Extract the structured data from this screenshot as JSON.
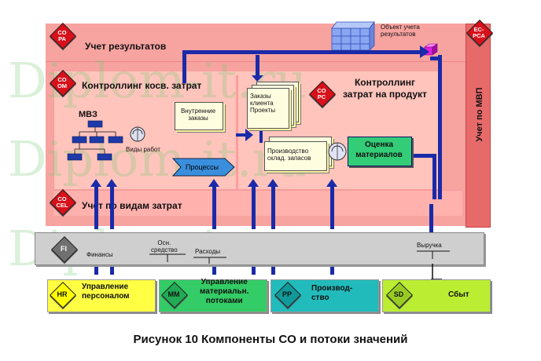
{
  "modules": {
    "copa": {
      "code": "CO\nPA",
      "label": "Учет результатов"
    },
    "coom": {
      "code": "CO\nOM",
      "label": "Контроллинг косв. затрат"
    },
    "copc": {
      "code": "CO\nPC",
      "label": "Контроллинг\nзатрат на продукт"
    },
    "cocel": {
      "code": "CO\nCEL",
      "label": "Учет по видам затрат"
    },
    "ecpca": {
      "code": "EC-\nPCA",
      "label": "Учет по МВП"
    }
  },
  "inner": {
    "mvz": "МВЗ",
    "work_types": "Виды работ",
    "internal_orders": "Внутренние\nзаказы",
    "processes": "Процессы",
    "client_orders": "Заказы\nклиента\nПроекты",
    "production": "Производство\nсклад. запасов",
    "material_valuation": "Оценка\nматериалов",
    "results_object": "Объект учета\nрезультатов"
  },
  "fi": {
    "code": "FI",
    "finance": "Финансы",
    "fixed_assets": "Осн.\nсредство",
    "expenses": "Расходы",
    "revenue": "Выручка"
  },
  "bottom": [
    {
      "code": "HR",
      "label": "Управление\nперсоналом",
      "color": "#ffff33"
    },
    {
      "code": "MM",
      "label": "Управление\nматериальн.\nпотоками",
      "color": "#33cc66"
    },
    {
      "code": "PP",
      "label": "Производ-\nство",
      "color": "#22bbbb"
    },
    {
      "code": "SD",
      "label": "Сбыт",
      "color": "#bbee33"
    }
  ],
  "watermark": "Diplom-it.ru",
  "caption": "Рисунок 10 Компоненты CO и потоки значений",
  "colors": {
    "outer_pink": "#f7a3a0",
    "inner_pink": "#ffc9c2",
    "arrow_blue": "#1a2aa8",
    "fi_gray": "#c8c8c8",
    "diamond_red": "#d8101a"
  }
}
